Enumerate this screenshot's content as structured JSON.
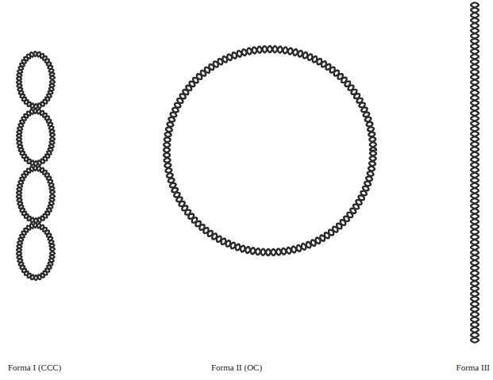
{
  "diagram": {
    "labels": [
      "Forma I (CCC)",
      "Forma II (OC)",
      "Forma III"
    ]
  }
}
